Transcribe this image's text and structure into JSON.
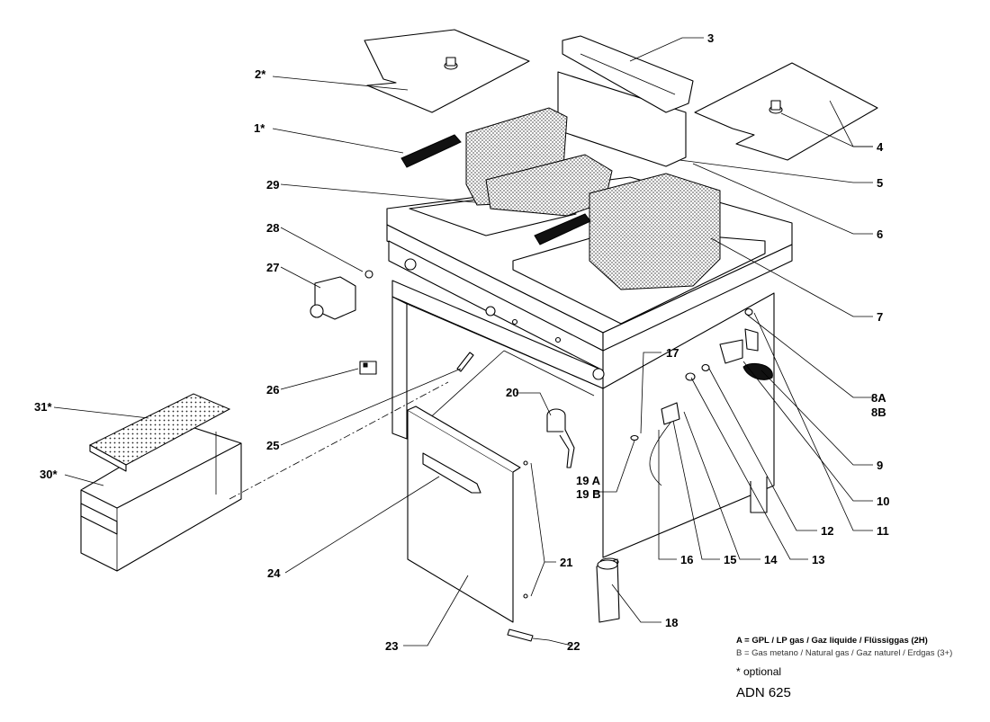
{
  "diagram": {
    "callouts": [
      "1*",
      "2*",
      "3",
      "4",
      "5",
      "6",
      "7",
      "8A",
      "8B",
      "9",
      "10",
      "11",
      "12",
      "13",
      "14",
      "15",
      "16",
      "17",
      "18",
      "19 A",
      "19 B",
      "20",
      "21",
      "22",
      "23",
      "24",
      "25",
      "26",
      "27",
      "28",
      "29",
      "30*",
      "31*"
    ]
  },
  "legend": {
    "line_a": "A = GPL / LP gas / Gaz liquide / Flüssiggas (2H)",
    "line_b": "B = Gas metano / Natural gas / Gaz naturel / Erdgas (3+)",
    "optional_note": "* optional",
    "model": "ADN 625"
  }
}
